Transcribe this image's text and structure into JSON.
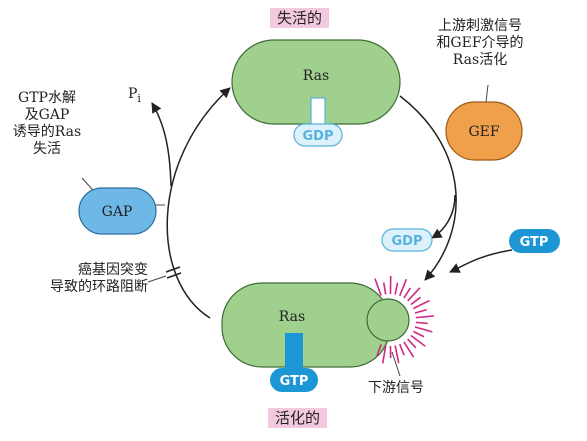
{
  "states": {
    "inactive": "失活的",
    "active": "活化的"
  },
  "proteins": {
    "ras_top": "Ras",
    "ras_bottom": "Ras",
    "gap": "GAP",
    "gef": "GEF"
  },
  "nucleotides": {
    "gdp_bound": "GDP",
    "gdp_released": "GDP",
    "gtp_incoming": "GTP",
    "gtp_bound": "GTP"
  },
  "phosphate": {
    "base": "P",
    "subscript": "i"
  },
  "annotations": {
    "gef_activation": [
      "上游刺激信号",
      "和GEF介导的",
      "Ras活化"
    ],
    "gap_inactivation": [
      "GTP水解",
      "及GAP",
      "诱导的Ras",
      "失活"
    ],
    "oncogenic_block": [
      "癌基因突变",
      "导致的环路阻断"
    ],
    "downstream": "下游信号"
  },
  "colors": {
    "ras_fill": "#9fd08e",
    "ras_stroke": "#3e6c36",
    "gap_fill": "#6eb8e8",
    "gap_stroke": "#2b6d9b",
    "gef_fill": "#f0a04b",
    "gef_stroke": "#9a5b16",
    "gtp_fill": "#1d96d6",
    "gdp_fill": "#ddf1fb",
    "gdp_stroke": "#56b2de",
    "burst": "#d02882",
    "label_bg": "#f3c9df"
  }
}
